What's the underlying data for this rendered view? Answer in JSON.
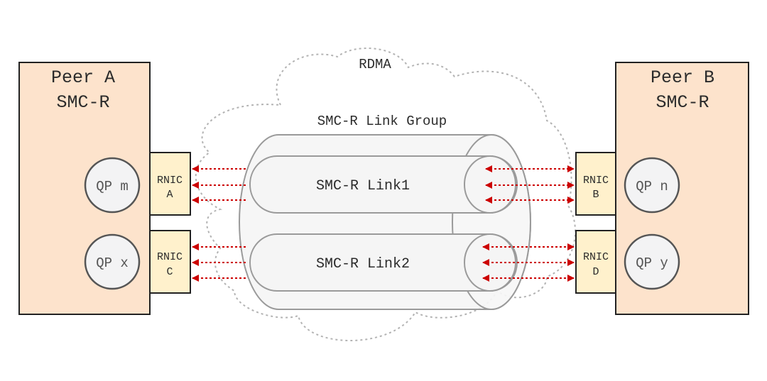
{
  "cloud": {
    "label": "RDMA"
  },
  "link_group": {
    "label": "SMC-R Link Group"
  },
  "links": [
    {
      "label": "SMC-R Link1"
    },
    {
      "label": "SMC-R Link2"
    }
  ],
  "peers": [
    {
      "line1": "Peer A",
      "line2": "SMC-R",
      "qps": [
        {
          "label": "QP m"
        },
        {
          "label": "QP x"
        }
      ],
      "rnics": [
        {
          "line1": "RNIC",
          "line2": "A"
        },
        {
          "line1": "RNIC",
          "line2": "C"
        }
      ]
    },
    {
      "line1": "Peer B",
      "line2": "SMC-R",
      "qps": [
        {
          "label": "QP n"
        },
        {
          "label": "QP y"
        }
      ],
      "rnics": [
        {
          "line1": "RNIC",
          "line2": "B"
        },
        {
          "line1": "RNIC",
          "line2": "D"
        }
      ]
    }
  ],
  "colors": {
    "peer_fill": "#fde3cc",
    "rnic_fill": "#fff1cc",
    "qp_fill": "#f3f3f4",
    "arrow": "#cc0000",
    "cloud_stroke": "#b3b3b3",
    "tube_stroke": "#9a9a9a"
  }
}
